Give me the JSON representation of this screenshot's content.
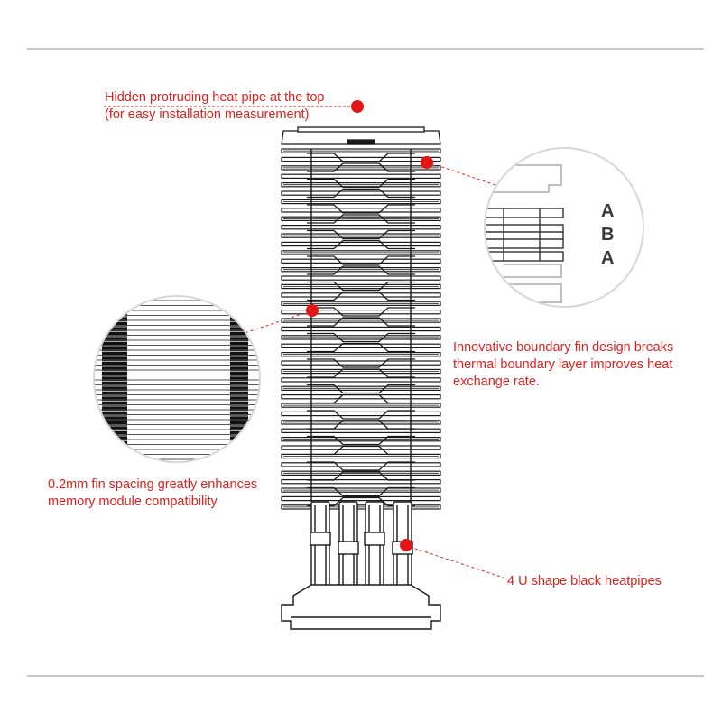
{
  "callouts": {
    "top_pipe": [
      "Hidden protruding heat pipe at the top",
      "(for easy installation measurement)"
    ],
    "boundary_fin": [
      "Innovative boundary fin design breaks",
      "thermal boundary layer improves heat",
      "exchange rate."
    ],
    "fin_spacing": [
      "0.2mm fin spacing greatly enhances",
      "memory module compatibility"
    ],
    "heatpipes": [
      "4 U shape black heatpipes"
    ]
  },
  "fin_layers": [
    "A",
    "B",
    "A"
  ],
  "colors": {
    "accent": "#e0201c",
    "dot": "#e41515",
    "line": "#1a1a1a",
    "rule": "#c8c8c8"
  }
}
